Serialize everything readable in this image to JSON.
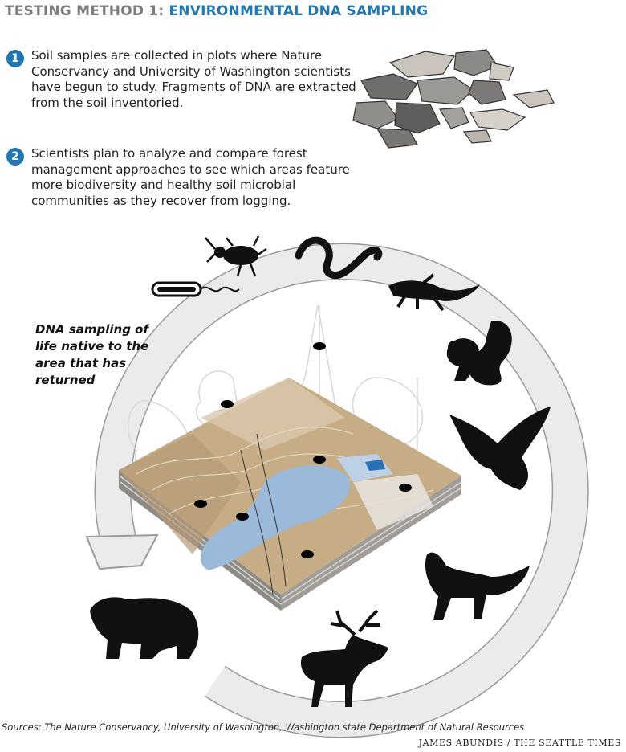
{
  "header": {
    "prefix": "TESTING METHOD 1:",
    "title": "ENVIRONMENTAL DNA SAMPLING"
  },
  "steps": [
    {
      "number": "1",
      "text": "Soil samples are collected in plots where Nature Conservancy and University of Washington scientists have begun to study. Fragments of DNA are extracted from the soil inventoried."
    },
    {
      "number": "2",
      "text": "Scientists plan to analyze and compare forest management approaches to see which areas feature more biodiversity and healthy soil microbial communities as they recover from logging."
    }
  ],
  "annotation": "DNA sampling of life native to the area that has returned",
  "cycle_organisms": [
    "bacteria",
    "beetle",
    "snake",
    "salamander",
    "squirrel",
    "owl",
    "fox",
    "elk",
    "bear"
  ],
  "footer": {
    "sources": "Sources: The Nature Conservancy, University of Washington, Washington state Department of Natural Resources",
    "credit": "JAMES ABUNDIS / THE SEATTLE TIMES"
  },
  "colors": {
    "accent": "#1f78b4",
    "title_prefix": "#7c7c7c",
    "arrow_fill": "#ebebeb",
    "silhouette": "#111111",
    "water": "#9bb9d9"
  }
}
